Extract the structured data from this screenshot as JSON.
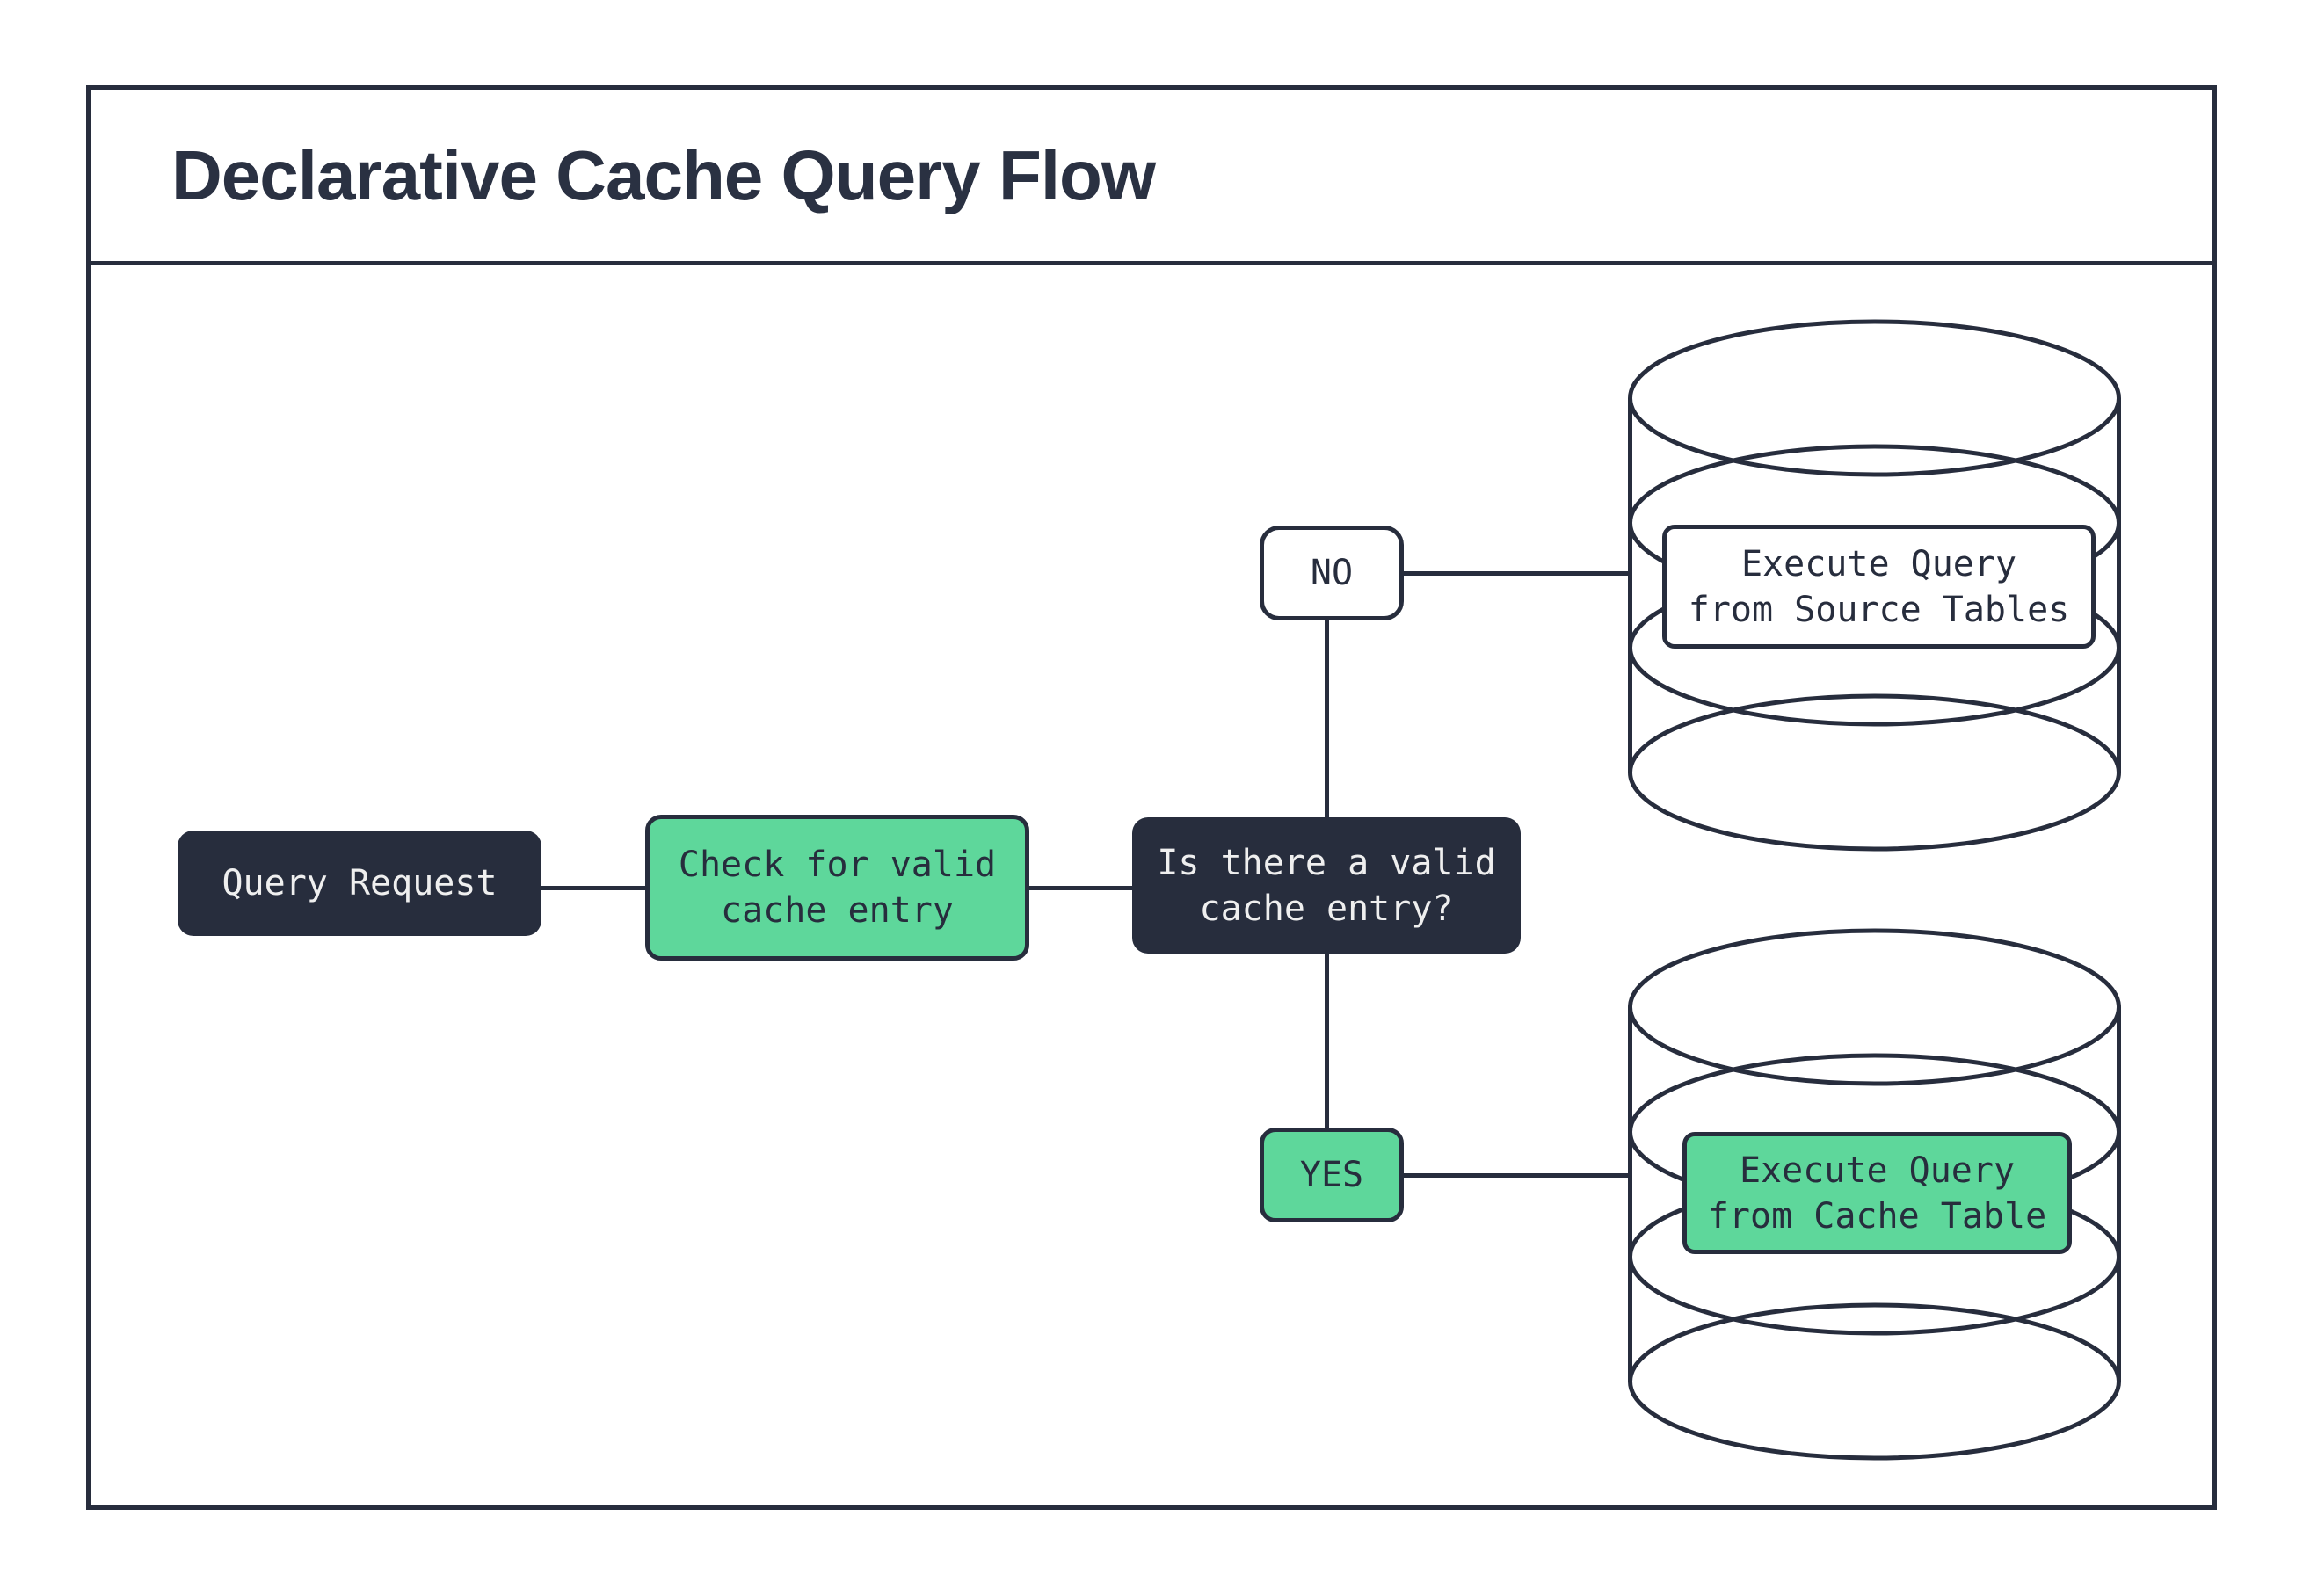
{
  "title": "Declarative Cache Query Flow",
  "colors": {
    "ink": "#272d3d",
    "green": "#5ed79b",
    "paper": "#ffffff",
    "light_text": "#efefef"
  },
  "nodes": {
    "query_request": {
      "label": "Query Request"
    },
    "check_cache": {
      "label": "Check for valid\ncache entry"
    },
    "decision": {
      "label": "Is there a valid\ncache entry?"
    },
    "no_branch": {
      "label": "NO"
    },
    "yes_branch": {
      "label": "YES"
    },
    "source_db": {
      "label": "Execute Query\nfrom Source Tables"
    },
    "cache_db": {
      "label": "Execute Query\nfrom Cache Table"
    }
  }
}
